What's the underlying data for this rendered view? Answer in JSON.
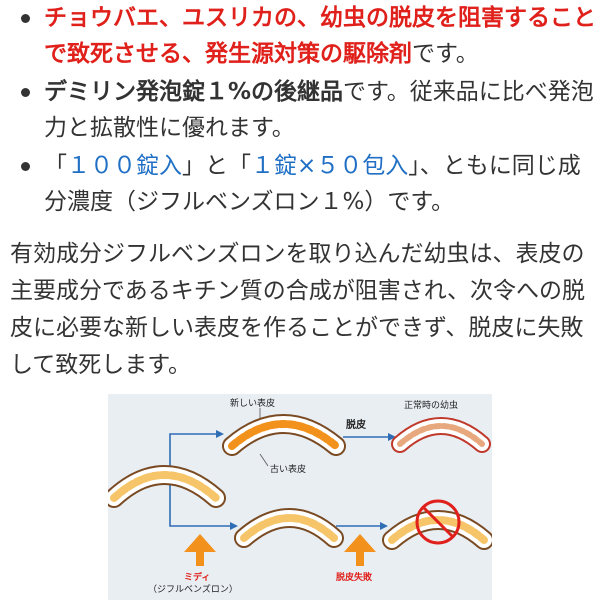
{
  "bullets": [
    {
      "parts": [
        {
          "text": "チョウバエ、ユスリカの、幼虫の脱皮を阻害することで致死させる、発生源対策の駆除剤",
          "style": "red-bold"
        },
        {
          "text": "です。",
          "style": "plain"
        }
      ]
    },
    {
      "parts": [
        {
          "text": "デミリン発泡錠１%の後継品",
          "style": "dark-bold"
        },
        {
          "text": "です。従来品に比べ発泡力と拡散性に優れます。",
          "style": "plain"
        }
      ]
    },
    {
      "parts": [
        {
          "text": "「",
          "style": "plain"
        },
        {
          "text": "１００錠入",
          "style": "blue"
        },
        {
          "text": "」と「",
          "style": "plain"
        },
        {
          "text": "１錠×５０包入",
          "style": "blue"
        },
        {
          "text": "」、ともに同じ成分濃度（ジフルベンズロン１%）です。",
          "style": "plain"
        }
      ]
    }
  ],
  "paragraph": "有効成分ジフルベンズロンを取り込んだ幼虫は、表皮の主要成分であるキチン質の合成が阻害され、次令への脱皮に必要な新しい表皮を作ることができず、脱皮に失敗して致死します。",
  "illustration": {
    "label_new_skin": "新しい表皮",
    "label_old_skin": "古い表皮",
    "label_molt": "脱皮",
    "label_normal_larva": "正常時の幼虫",
    "label_midi": "ミディ",
    "label_midi_sub": "（ジフルベンズロン）",
    "label_molt_fail": "脱皮失敗",
    "color_orange": "#f2911b",
    "color_red": "#e0201b",
    "color_bg": "#e9eef3"
  }
}
